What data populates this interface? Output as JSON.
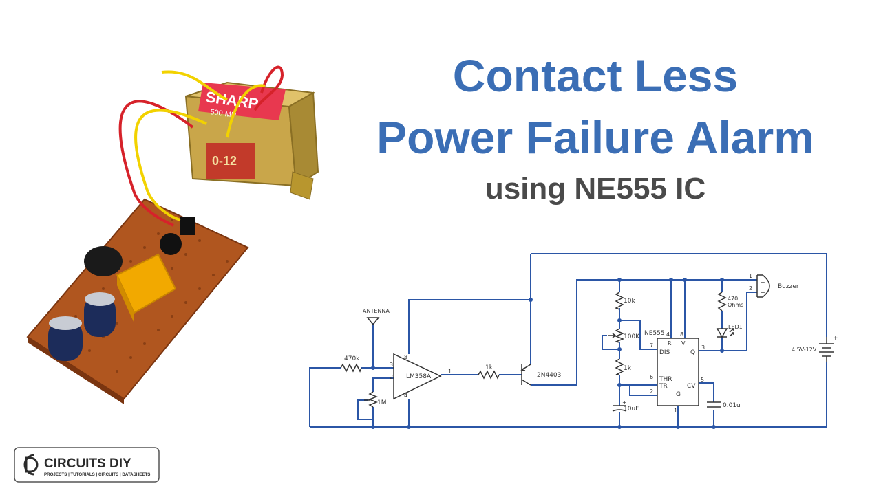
{
  "title": {
    "line1": "Contact Less",
    "line2": "Power Failure Alarm",
    "subtitle": "using NE555 IC"
  },
  "photo": {
    "transformer_brand": "SHARP",
    "transformer_rating": "500 MP",
    "transformer_voltage": "0-12"
  },
  "schematic": {
    "antenna": "ANTENNA",
    "r_470k": "470k",
    "opamp": "LM358A",
    "pin3": "3",
    "pin2": "2",
    "pin1": "1",
    "pin8": "8",
    "pin4": "4",
    "pot_1m": "1M",
    "r_1k_a": "1k",
    "transistor": "2N4403",
    "r_10k": "10k",
    "pot_100k": "100K",
    "r_1k_b": "1k",
    "cap_10uf": "10uF",
    "ic": "NE555",
    "ic_r": "R",
    "ic_v": "V",
    "ic_dis": "DIS",
    "ic_q": "Q",
    "ic_thr": "THR",
    "ic_tr": "TR",
    "ic_g": "G",
    "ic_cv": "CV",
    "ic_pin4": "4",
    "ic_pin8": "8",
    "ic_pin7": "7",
    "ic_pin3": "3",
    "ic_pin6": "6",
    "ic_pin2": "2",
    "ic_pin1": "1",
    "ic_pin5": "5",
    "cap_001": "0.01u",
    "r_470": "470",
    "r_470_unit": "Ohms",
    "led": "LED1",
    "buzzer": "Buzzer",
    "buzzer_pin1": "1",
    "buzzer_pin2": "2",
    "battery": "4.5V-12V",
    "battery_plus": "+"
  },
  "logo": {
    "name": "CIRCUITS DIY",
    "tagline": "PROJECTS | TUTORIALS | CIRCUITS | DATASHEETS"
  },
  "colors": {
    "title_blue": "#3b6eb5",
    "subtitle_gray": "#4a4a4a",
    "wire_blue": "#2b56a6",
    "pcb": "#b0561f",
    "relay": "#f2a900"
  }
}
